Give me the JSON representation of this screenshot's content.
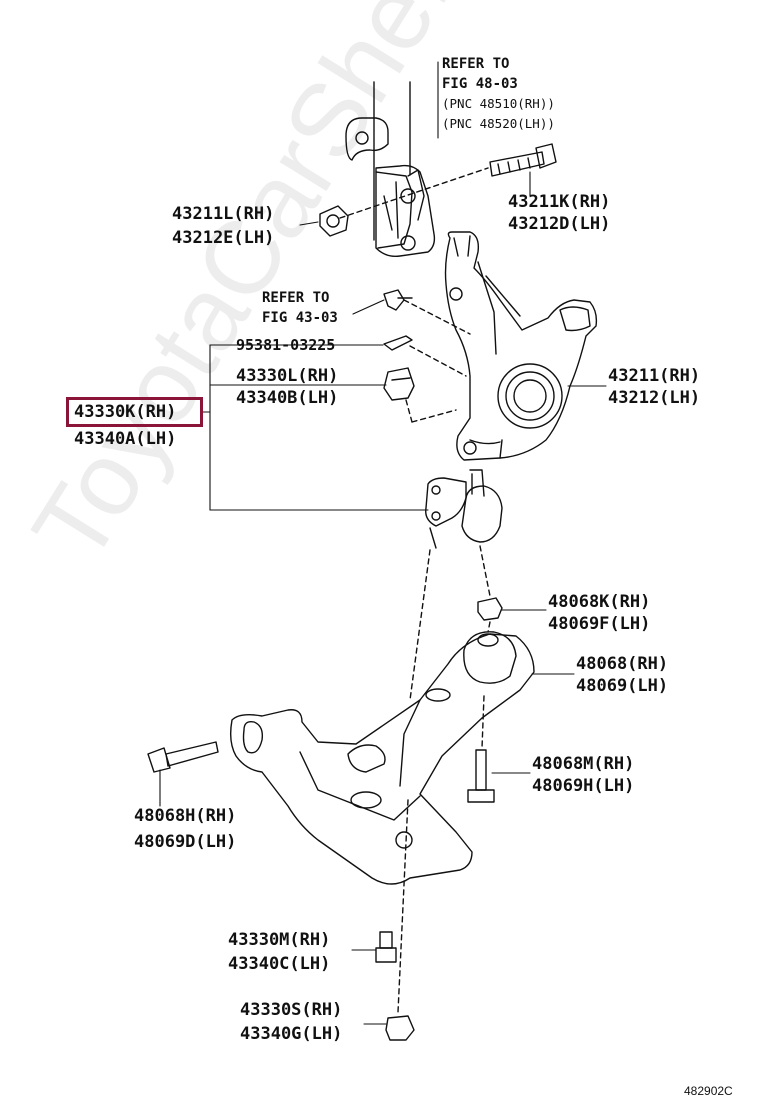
{
  "watermark": "ToyotaCarShe.ru",
  "diagram_ref": "482902C",
  "refer_fig_48": {
    "line1": "REFER TO",
    "line2": "FIG 48-03",
    "line3": "(PNC 48510(RH))",
    "line4": "(PNC 48520(LH))"
  },
  "refer_fig_43": {
    "line1": "REFER TO",
    "line2": "FIG 43-03"
  },
  "labels": {
    "p43211L": "43211L(RH)",
    "p43212E": "43212E(LH)",
    "p43211K": "43211K(RH)",
    "p43212D": "43212D(LH)",
    "p95381": "95381-03225",
    "p43330L": "43330L(RH)",
    "p43340B": "43340B(LH)",
    "p43330K": "43330K(RH)",
    "p43340A": "43340A(LH)",
    "p43211": "43211(RH)",
    "p43212": "43212(LH)",
    "p48068K": "48068K(RH)",
    "p48069F": "48069F(LH)",
    "p48068": "48068(RH)",
    "p48069": "48069(LH)",
    "p48068M": "48068M(RH)",
    "p48069H": "48069H(LH)",
    "p48068H": "48068H(RH)",
    "p48069D": "48069D(LH)",
    "p43330M": "43330M(RH)",
    "p43340C": "43340C(LH)",
    "p43330S": "43330S(RH)",
    "p43340G": "43340G(LH)"
  },
  "highlight_part": "43330K(RH)",
  "colors": {
    "highlight": "#8a1538",
    "line": "#111111"
  }
}
